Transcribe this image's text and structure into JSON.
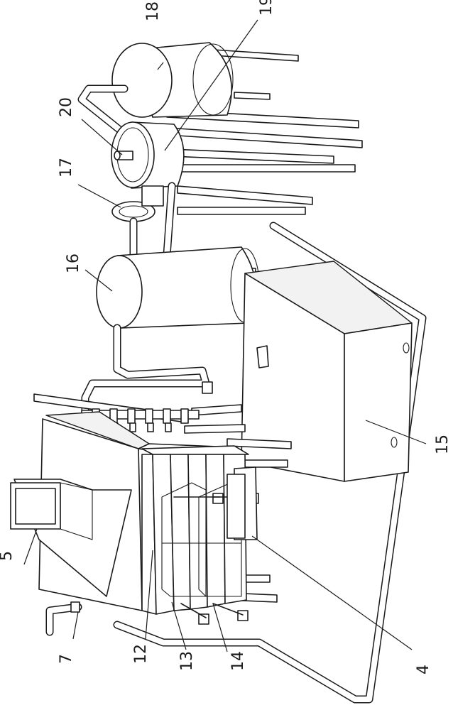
{
  "labels": {
    "n4": "4",
    "n5": "5",
    "n7": "7",
    "n12": "12",
    "n13": "13",
    "n14": "14",
    "n15": "15",
    "n16": "16",
    "n17": "17",
    "n18": "18",
    "n19": "19",
    "n20": "20"
  }
}
